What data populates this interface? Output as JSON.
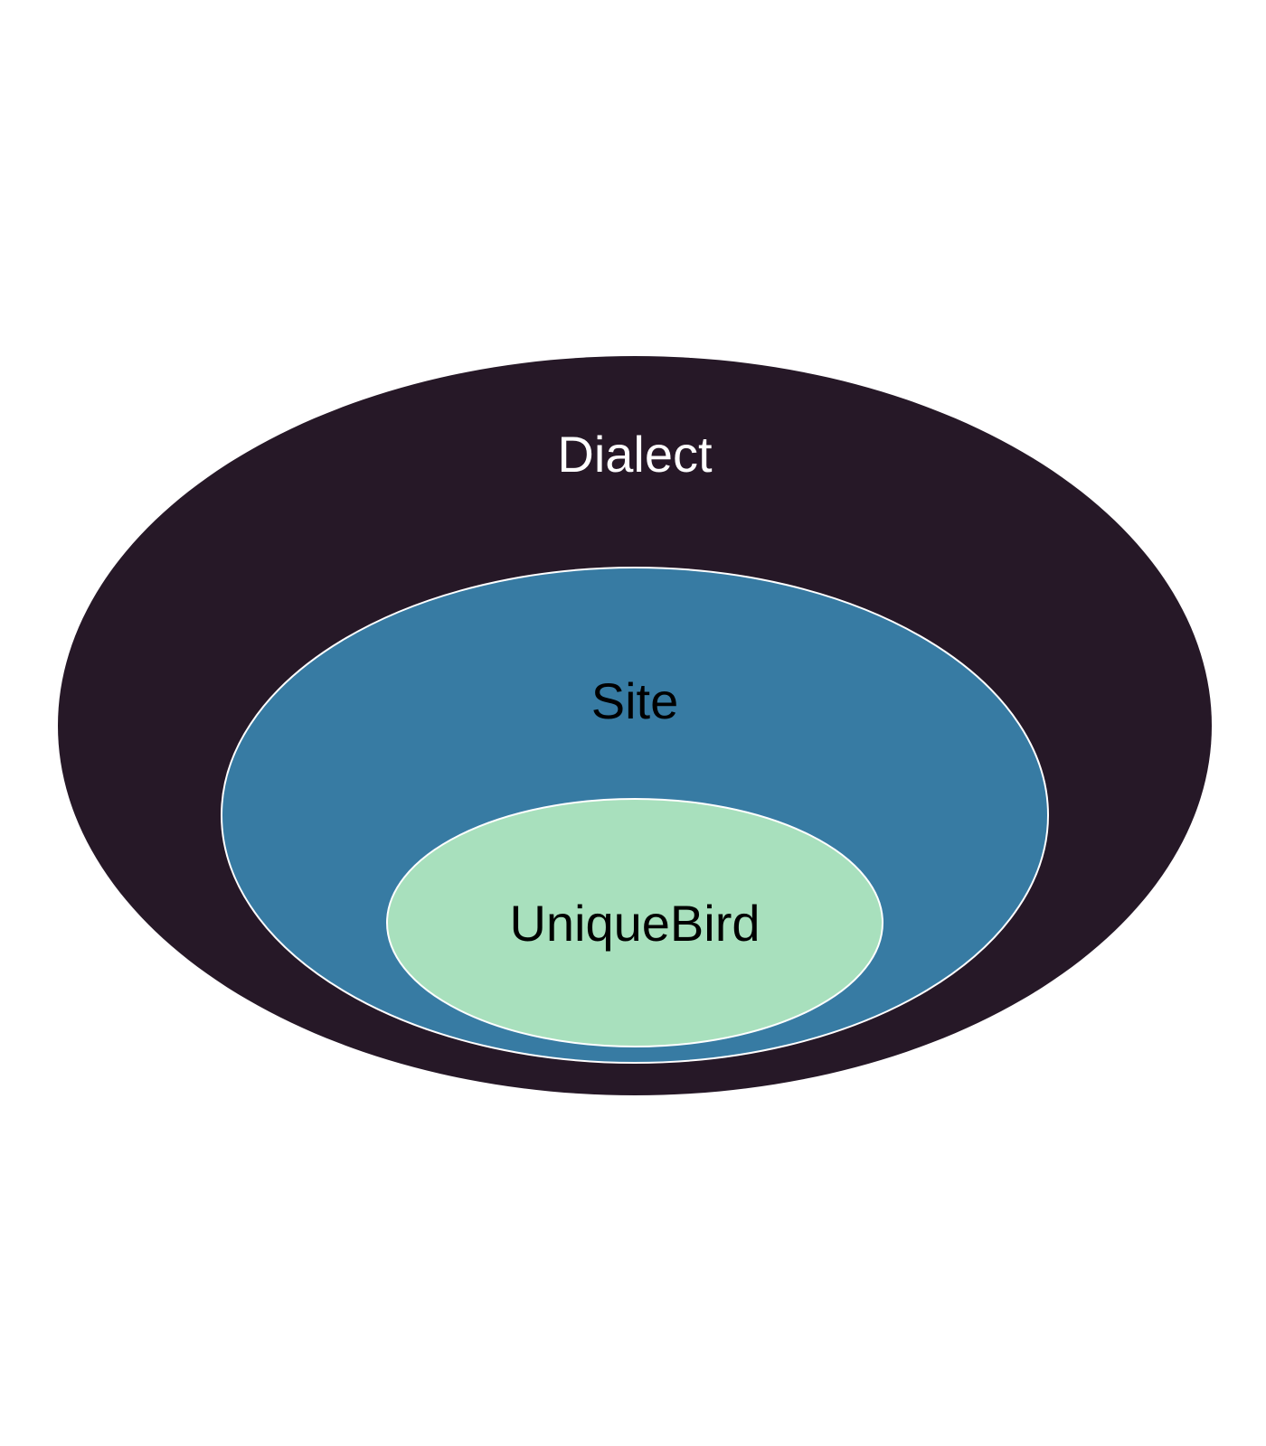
{
  "diagram": {
    "levels": [
      {
        "label": "Dialect",
        "fill": "#261827",
        "text_color": "#ffffff"
      },
      {
        "label": "Site",
        "fill": "#377ba3",
        "text_color": "#000000"
      },
      {
        "label": "UniqueBird",
        "fill": "#a8e0bd",
        "text_color": "#000000"
      }
    ],
    "outline_color": "#ffffff"
  }
}
